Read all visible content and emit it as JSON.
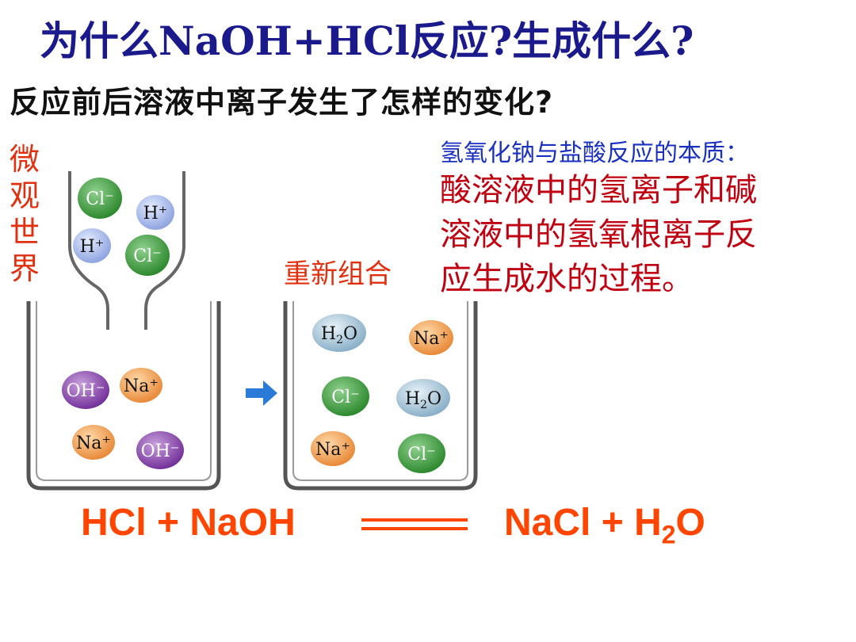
{
  "title": "为什么NaOH+HCl反应?生成什么?",
  "subtitle": "反应前后溶液中离子发生了怎样的变化?",
  "micro_world": [
    "微",
    "观",
    "世",
    "界"
  ],
  "recombine_label": "重新组合",
  "essence": {
    "heading": "氢氧化钠与盐酸反应的本质：",
    "lines": [
      "酸溶液中的氢离子和碱",
      "溶液中的氢氧根离子反",
      "应生成水的过程。"
    ]
  },
  "equation": {
    "left": "HCl + NaOH",
    "right_main": "NaCl  + H",
    "right_sub": "2",
    "right_end": "O"
  },
  "ions": {
    "cl": "Cl⁻",
    "h": "H⁺",
    "oh": "OH⁻",
    "na": "Na⁺",
    "h2o_main": "H",
    "h2o_sub": "2",
    "h2o_end": "O"
  },
  "colors": {
    "cl": "#3a9a3a",
    "h": "#a8b8e8",
    "oh": "#8a4aa8",
    "na": "#f0a050",
    "h2o": "#a8c8dc",
    "arrow": "#2a7ad8",
    "beaker": "#555555"
  }
}
